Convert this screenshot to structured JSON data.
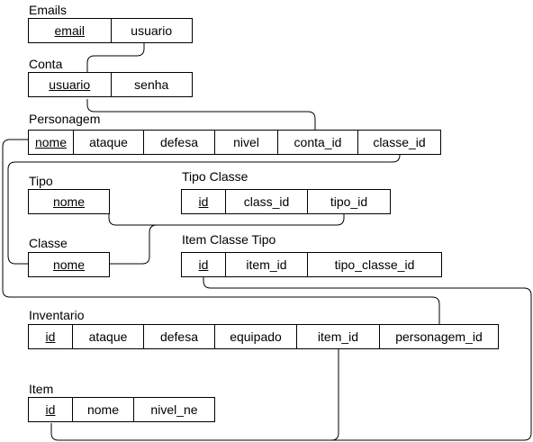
{
  "tables": {
    "emails": {
      "title": "Emails",
      "fields": [
        "email",
        "usuario"
      ]
    },
    "conta": {
      "title": "Conta",
      "fields": [
        "usuario",
        "senha"
      ]
    },
    "personagem": {
      "title": "Personagem",
      "fields": [
        "nome",
        "ataque",
        "defesa",
        "nivel",
        "conta_id",
        "classe_id"
      ]
    },
    "tipo": {
      "title": "Tipo",
      "fields": [
        "nome"
      ]
    },
    "tipo_classe": {
      "title": "Tipo Classe",
      "fields": [
        "id",
        "class_id",
        "tipo_id"
      ]
    },
    "classe": {
      "title": "Classe",
      "fields": [
        "nome"
      ]
    },
    "item_classe_tipo": {
      "title": "Item Classe Tipo",
      "fields": [
        "id",
        "item_id",
        "tipo_classe_id"
      ]
    },
    "inventario": {
      "title": "Inventario",
      "fields": [
        "id",
        "ataque",
        "defesa",
        "equipado",
        "item_id",
        "personagem_id"
      ]
    },
    "item": {
      "title": "Item",
      "fields": [
        "id",
        "nome",
        "nivel_ne"
      ]
    }
  },
  "colors": {
    "line": "#000000",
    "background": "#ffffff"
  }
}
